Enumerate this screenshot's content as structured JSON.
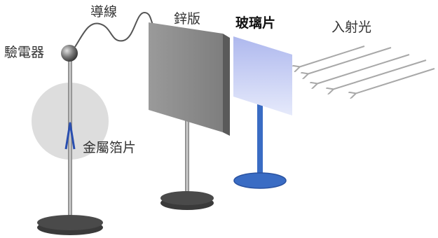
{
  "labels": {
    "wire": "導線",
    "zinc_plate": "鋅版",
    "glass_plate": "玻璃片",
    "incident_light": "入射光",
    "electroscope": "驗電器",
    "metal_foil": "金屬箔片"
  },
  "colors": {
    "plate": "#8a8a8a",
    "glass": "#c5cdf3",
    "blue_stand": "#3a6cc4",
    "foil": "#2a4fb0",
    "light_arrow": "#a8a8a8"
  }
}
